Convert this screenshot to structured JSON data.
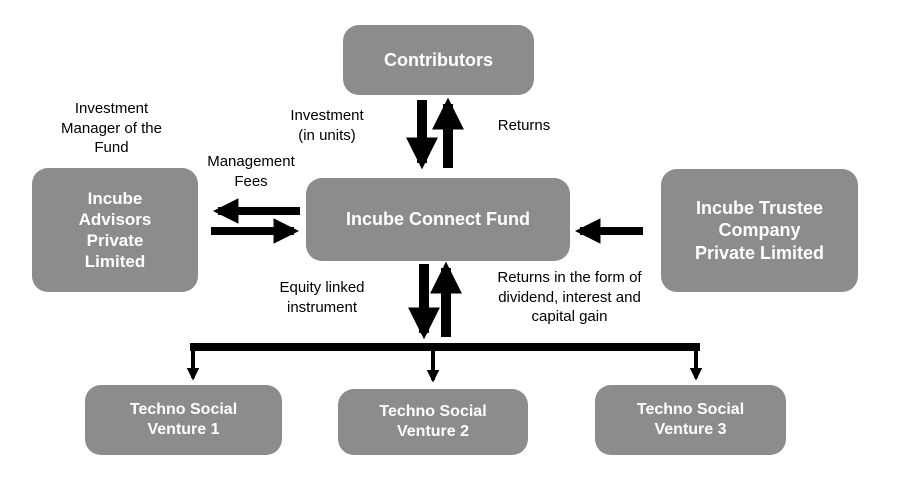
{
  "nodes": {
    "contributors": {
      "lines": [
        "Contributors"
      ]
    },
    "fund": {
      "lines": [
        "Incube Connect Fund"
      ]
    },
    "advisors": {
      "lines": [
        "Incube",
        "Advisors",
        "Private",
        "Limited"
      ]
    },
    "trustee": {
      "lines": [
        "Incube Trustee",
        "Company",
        "Private Limited"
      ]
    },
    "venture1": {
      "lines": [
        "Techno Social",
        "Venture 1"
      ]
    },
    "venture2": {
      "lines": [
        "Techno Social",
        "Venture 2"
      ]
    },
    "venture3": {
      "lines": [
        "Techno Social",
        "Venture 3"
      ]
    }
  },
  "labels": {
    "investment_manager": [
      "Investment",
      "Manager of the",
      "Fund"
    ],
    "investment_units": [
      "Investment",
      "(in units)"
    ],
    "returns": [
      "Returns"
    ],
    "management_fees": [
      "Management",
      "Fees"
    ],
    "equity_linked": [
      "Equity linked",
      "instrument"
    ],
    "returns_form": [
      "Returns in the form of",
      "dividend, interest and",
      "capital gain"
    ]
  },
  "colors": {
    "box": "#8c8c8c",
    "box_text": "#ffffff",
    "arrow": "#000000"
  }
}
